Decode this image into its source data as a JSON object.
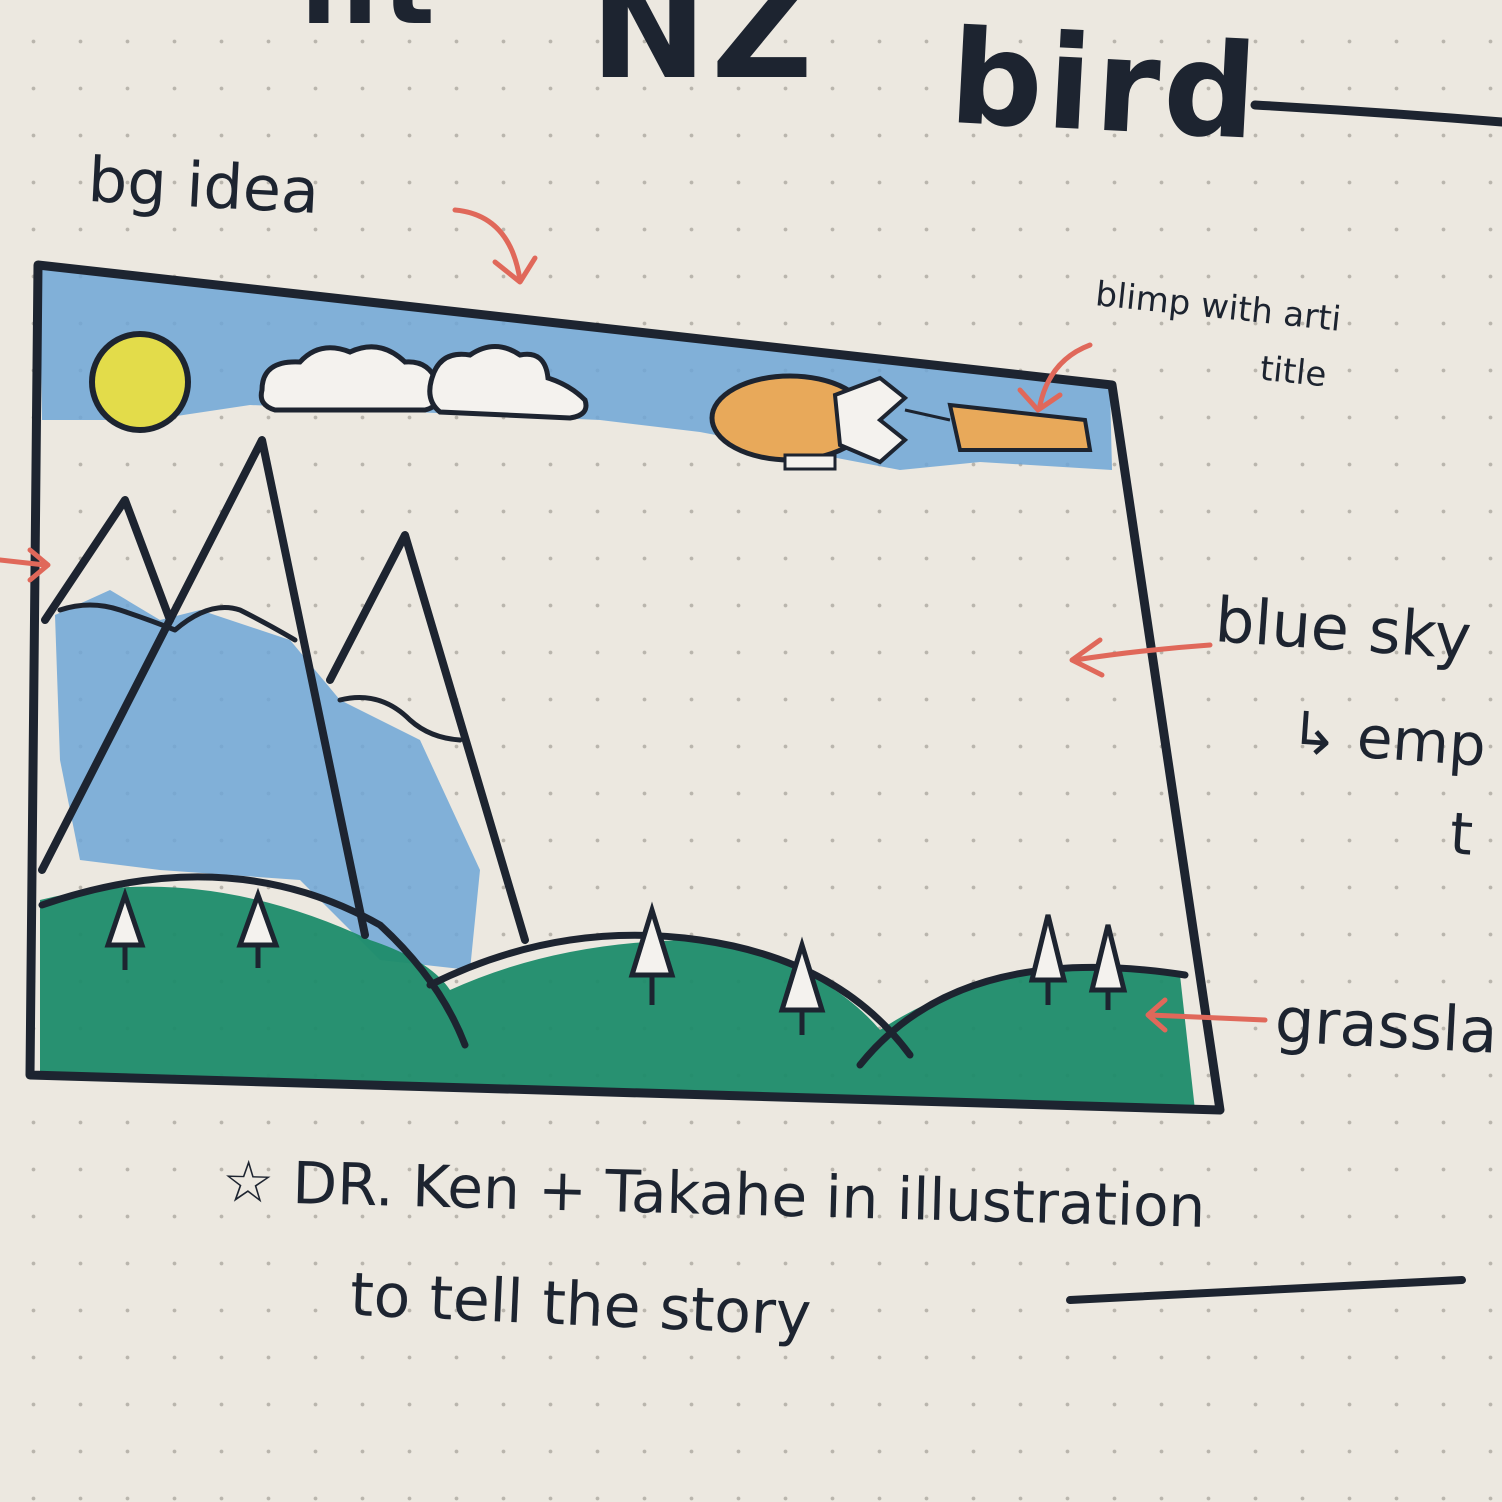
{
  "page": {
    "title_fragment_left": "nt",
    "title_main": "NZ",
    "title_word": "bird"
  },
  "notes": {
    "bg_idea": "bg idea",
    "blimp": "blimp with arti",
    "blimp_line2": "title",
    "blue_sky": "blue sky",
    "empty_prefix": "↳ emp",
    "empty_line2": "t",
    "grassland": "grassla",
    "footer_line1": "☆ DR. Ken + Takahe in illustration",
    "footer_line2": "to tell the story"
  },
  "colors": {
    "ink": "#1d2430",
    "sky_blue": "#6fa6d6",
    "grass_green": "#1e8c6a",
    "sun_yellow": "#e3dc4a",
    "blimp_orange": "#e8a95a",
    "arrow_red": "#e0685a",
    "paper": "#ece8e0"
  },
  "icons": {
    "sun": "sun-icon",
    "cloud": "cloud-icon",
    "blimp": "blimp-icon",
    "tree": "pine-tree-icon",
    "star": "star-icon"
  }
}
